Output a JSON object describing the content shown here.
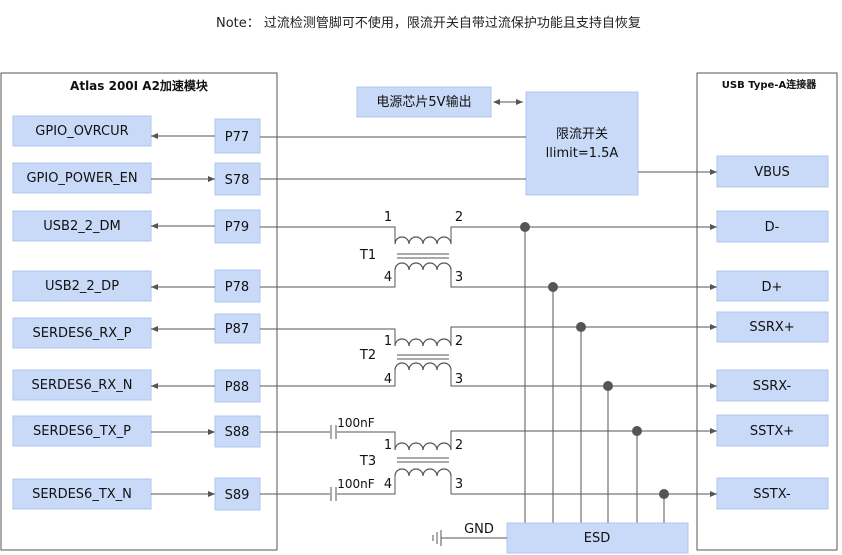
{
  "note": "Note： 过流检测管脚可不使用，限流开关自带过流保护功能且支持自恢复",
  "left_module": {
    "title": "Atlas 200I A2加速模块",
    "signals": [
      "GPIO_OVRCUR",
      "GPIO_POWER_EN",
      "USB2_2_DM",
      "USB2_2_DP",
      "SERDES6_RX_P",
      "SERDES6_RX_N",
      "SERDES6_TX_P",
      "SERDES6_TX_N"
    ],
    "pins": [
      "P77",
      "S78",
      "P79",
      "P78",
      "P87",
      "P88",
      "S88",
      "S89"
    ]
  },
  "right_connector": {
    "title": "USB Type-A连接器",
    "signals": [
      "VBUS",
      "D-",
      "D+",
      "SSRX+",
      "SSRX-",
      "SSTX+",
      "SSTX-"
    ]
  },
  "power_source": "电源芯片5V输出",
  "limit_switch": {
    "line1": "限流开关",
    "line2": "llimit=1.5A"
  },
  "transformers": [
    {
      "name": "T1",
      "pins": [
        "1",
        "2",
        "4",
        "3"
      ]
    },
    {
      "name": "T2",
      "pins": [
        "1",
        "2",
        "4",
        "3"
      ]
    },
    {
      "name": "T3",
      "pins": [
        "1",
        "2",
        "4",
        "3"
      ]
    }
  ],
  "capacitors": [
    "100nF",
    "100nF"
  ],
  "esd": "ESD",
  "gnd": "GND"
}
